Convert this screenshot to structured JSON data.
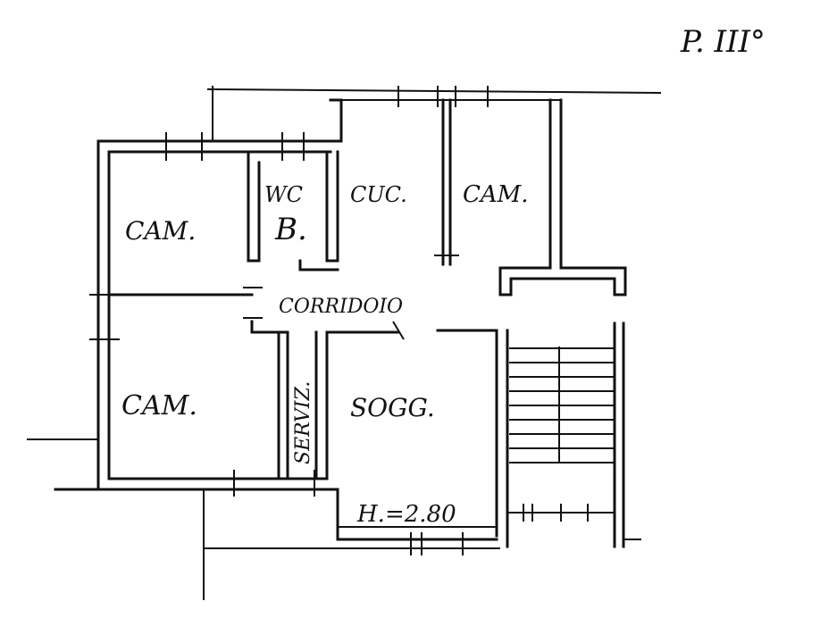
{
  "plan": {
    "floor_label": "P. III°",
    "rooms": {
      "cam_top_left": "CAM.",
      "wc": "WC",
      "bath": "B.",
      "kitchen": "CUC.",
      "cam_top_right": "CAM.",
      "corridor": "CORRIDOIO",
      "cam_bottom_left": "CAM.",
      "servizi": "SERVIZ.",
      "soggiorno": "SOGG."
    },
    "height_note": "H.=2.80"
  }
}
